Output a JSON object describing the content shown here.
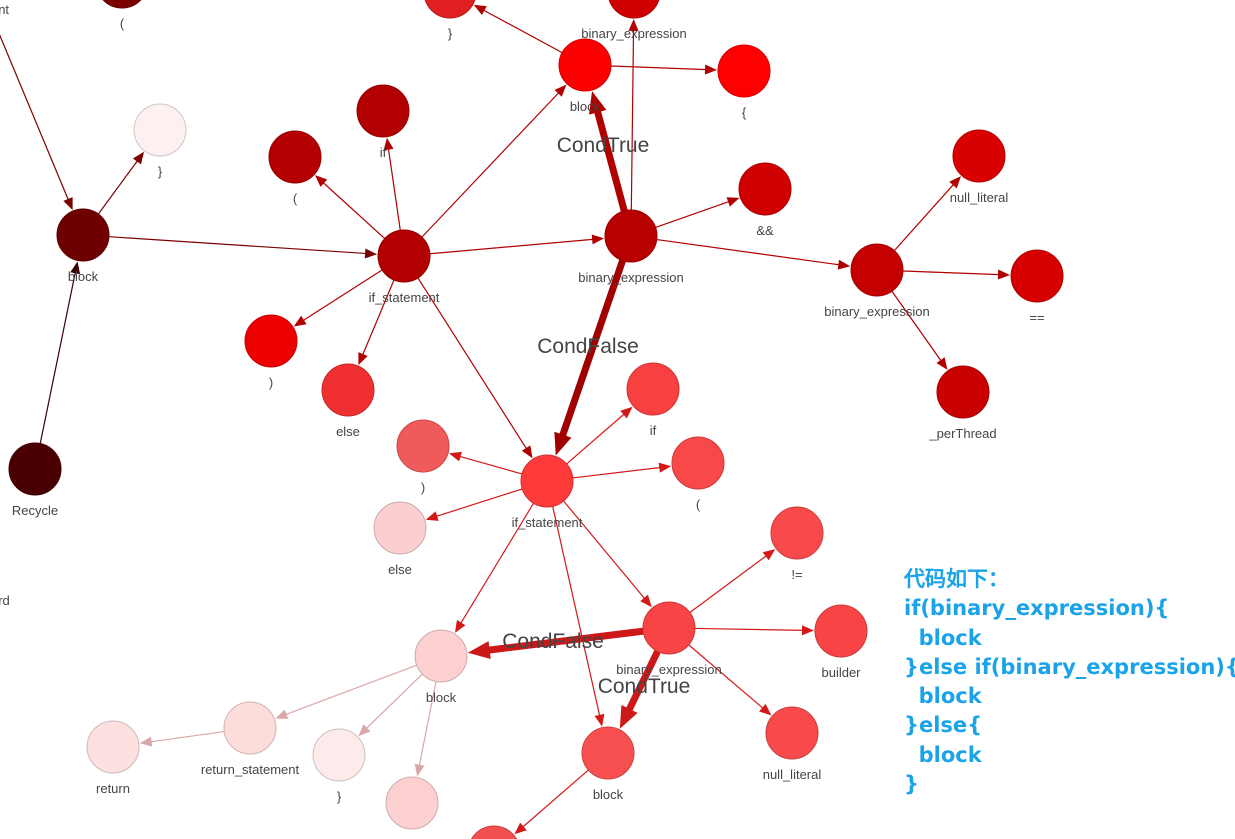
{
  "nodes": [
    {
      "id": "n_ent",
      "label": "ent",
      "color": "#ffffff"
    },
    {
      "id": "n_paren_top",
      "label": "(",
      "color": "#7a0000"
    },
    {
      "id": "n_rbrace_top",
      "label": "}",
      "color": "#e02020"
    },
    {
      "id": "n_binexpr_top",
      "label": "binary_expression",
      "color": "#d00000"
    },
    {
      "id": "n_neq_top",
      "label": "!=",
      "color": "#ffffff"
    },
    {
      "id": "n_block_top",
      "label": "block",
      "color": "#fa0000"
    },
    {
      "id": "n_lbrace_top",
      "label": "{",
      "color": "#ff0000"
    },
    {
      "id": "n_if1",
      "label": "if",
      "color": "#b20000"
    },
    {
      "id": "n_rbrace_faint",
      "label": "}",
      "color": "#fdf0f0"
    },
    {
      "id": "n_lparen1",
      "label": "(",
      "color": "#b40000"
    },
    {
      "id": "n_block_left",
      "label": "block",
      "color": "#6e0000"
    },
    {
      "id": "n_ifstmt1",
      "label": "if_statement",
      "color": "#b20000"
    },
    {
      "id": "n_binexpr_main",
      "label": "binary_expression",
      "color": "#b80000"
    },
    {
      "id": "n_andand",
      "label": "&&",
      "color": "#d00000"
    },
    {
      "id": "n_nulllit1",
      "label": "null_literal",
      "color": "#d80000"
    },
    {
      "id": "n_binexpr_right",
      "label": "binary_expression",
      "color": "#c40000"
    },
    {
      "id": "n_eqeq",
      "label": "==",
      "color": "#d60000"
    },
    {
      "id": "n_rparen1",
      "label": ")",
      "color": "#ee0000"
    },
    {
      "id": "n_else1",
      "label": "else",
      "color": "#f03030"
    },
    {
      "id": "n_perthread",
      "label": "_perThread",
      "color": "#c80000"
    },
    {
      "id": "n_if2",
      "label": "if",
      "color": "#f84040"
    },
    {
      "id": "n_rparen2",
      "label": ")",
      "color": "#f05a5a"
    },
    {
      "id": "n_lparen2",
      "label": "(",
      "color": "#f84848"
    },
    {
      "id": "n_recycle",
      "label": "Recycle",
      "color": "#4a0000"
    },
    {
      "id": "n_ifstmt2",
      "label": "if_statement",
      "color": "#ff3a3a"
    },
    {
      "id": "n_else2",
      "label": "else",
      "color": "#fbcfcf"
    },
    {
      "id": "n_neq2",
      "label": "!=",
      "color": "#f84a4a"
    },
    {
      "id": "n_rd",
      "label": "rd",
      "color": "#ffffff"
    },
    {
      "id": "n_block_mid",
      "label": "block",
      "color": "#fcd0d0"
    },
    {
      "id": "n_binexpr_low",
      "label": "binary_expression",
      "color": "#f84444"
    },
    {
      "id": "n_builder",
      "label": "builder",
      "color": "#f84444"
    },
    {
      "id": "n_return",
      "label": "return",
      "color": "#fde0e0"
    },
    {
      "id": "n_returnstmt",
      "label": "return_statement",
      "color": "#fddcdc"
    },
    {
      "id": "n_rbrace_low",
      "label": "}",
      "color": "#fdeaea"
    },
    {
      "id": "n_block_low",
      "label": "block",
      "color": "#f85050"
    },
    {
      "id": "n_nulllit2",
      "label": "null_literal",
      "color": "#f84a4a"
    },
    {
      "id": "n_unnamed_pink",
      "label": "",
      "color": "#fcd0d0"
    },
    {
      "id": "n_unnamed_red",
      "label": "",
      "color": "#f05050"
    }
  ],
  "edges": [
    {
      "from": "n_ent",
      "to": "n_block_left",
      "color": "#7a0000",
      "weight": "thin"
    },
    {
      "from": "n_block_left",
      "to": "n_rbrace_faint",
      "color": "#7a0000",
      "weight": "thin"
    },
    {
      "from": "n_block_left",
      "to": "n_ifstmt1",
      "color": "#7a0000",
      "weight": "thin"
    },
    {
      "from": "n_recycle",
      "to": "n_block_left",
      "color": "#3a0000",
      "weight": "thin"
    },
    {
      "from": "n_ifstmt1",
      "to": "n_if1",
      "color": "#b00000",
      "weight": "thin"
    },
    {
      "from": "n_ifstmt1",
      "to": "n_lparen1",
      "color": "#b00000",
      "weight": "thin"
    },
    {
      "from": "n_ifstmt1",
      "to": "n_block_top",
      "color": "#b00000",
      "weight": "thin"
    },
    {
      "from": "n_ifstmt1",
      "to": "n_binexpr_main",
      "color": "#b00000",
      "weight": "thin"
    },
    {
      "from": "n_ifstmt1",
      "to": "n_rparen1",
      "color": "#b00000",
      "weight": "thin"
    },
    {
      "from": "n_ifstmt1",
      "to": "n_else1",
      "color": "#b00000",
      "weight": "thin"
    },
    {
      "from": "n_ifstmt1",
      "to": "n_ifstmt2",
      "color": "#b00000",
      "weight": "thin"
    },
    {
      "from": "n_block_top",
      "to": "n_rbrace_top",
      "color": "#b00000",
      "weight": "thin"
    },
    {
      "from": "n_block_top",
      "to": "n_lbrace_top",
      "color": "#b00000",
      "weight": "thin"
    },
    {
      "from": "n_binexpr_main",
      "to": "n_binexpr_top",
      "color": "#b00000",
      "weight": "thin"
    },
    {
      "from": "n_binexpr_main",
      "to": "n_block_top",
      "color": "#b00000",
      "weight": "thick",
      "label": "CondTrue"
    },
    {
      "from": "n_binexpr_main",
      "to": "n_andand",
      "color": "#b00000",
      "weight": "thin"
    },
    {
      "from": "n_binexpr_main",
      "to": "n_binexpr_right",
      "color": "#b00000",
      "weight": "thin"
    },
    {
      "from": "n_binexpr_main",
      "to": "n_ifstmt2",
      "color": "#a00000",
      "weight": "thick",
      "label": "CondFalse"
    },
    {
      "from": "n_binexpr_right",
      "to": "n_nulllit1",
      "color": "#b00000",
      "weight": "thin"
    },
    {
      "from": "n_binexpr_right",
      "to": "n_eqeq",
      "color": "#b00000",
      "weight": "thin"
    },
    {
      "from": "n_binexpr_right",
      "to": "n_perthread",
      "color": "#b00000",
      "weight": "thin"
    },
    {
      "from": "n_ifstmt2",
      "to": "n_if2",
      "color": "#d41818",
      "weight": "thin"
    },
    {
      "from": "n_ifstmt2",
      "to": "n_rparen2",
      "color": "#d41818",
      "weight": "thin"
    },
    {
      "from": "n_ifstmt2",
      "to": "n_lparen2",
      "color": "#d41818",
      "weight": "thin"
    },
    {
      "from": "n_ifstmt2",
      "to": "n_else2",
      "color": "#d41818",
      "weight": "thin"
    },
    {
      "from": "n_ifstmt2",
      "to": "n_block_mid",
      "color": "#d41818",
      "weight": "thin"
    },
    {
      "from": "n_ifstmt2",
      "to": "n_binexpr_low",
      "color": "#d41818",
      "weight": "thin"
    },
    {
      "from": "n_ifstmt2",
      "to": "n_block_low",
      "color": "#d41818",
      "weight": "thin"
    },
    {
      "from": "n_binexpr_low",
      "to": "n_neq2",
      "color": "#d41818",
      "weight": "thin"
    },
    {
      "from": "n_binexpr_low",
      "to": "n_builder",
      "color": "#d41818",
      "weight": "thin"
    },
    {
      "from": "n_binexpr_low",
      "to": "n_nulllit2",
      "color": "#d41818",
      "weight": "thin"
    },
    {
      "from": "n_binexpr_low",
      "to": "n_block_mid",
      "color": "#cc1818",
      "weight": "thick",
      "label": "CondFalse"
    },
    {
      "from": "n_binexpr_low",
      "to": "n_block_low",
      "color": "#cc1818",
      "weight": "thick",
      "label": "CondTrue"
    },
    {
      "from": "n_block_mid",
      "to": "n_returnstmt",
      "color": "#d8a8a8",
      "weight": "thin"
    },
    {
      "from": "n_block_mid",
      "to": "n_rbrace_low",
      "color": "#d8a8a8",
      "weight": "thin"
    },
    {
      "from": "n_block_mid",
      "to": "n_unnamed_pink",
      "color": "#d8a8a8",
      "weight": "thin"
    },
    {
      "from": "n_returnstmt",
      "to": "n_return",
      "color": "#d8a8a8",
      "weight": "thin"
    },
    {
      "from": "n_block_low",
      "to": "n_unnamed_red",
      "color": "#d41818",
      "weight": "thin"
    }
  ],
  "code_note": {
    "lines": [
      "代码如下：",
      "if(binary_expression){",
      "  block",
      "}else if(binary_expression){",
      "  block",
      "}else{",
      "  block",
      "}"
    ]
  }
}
